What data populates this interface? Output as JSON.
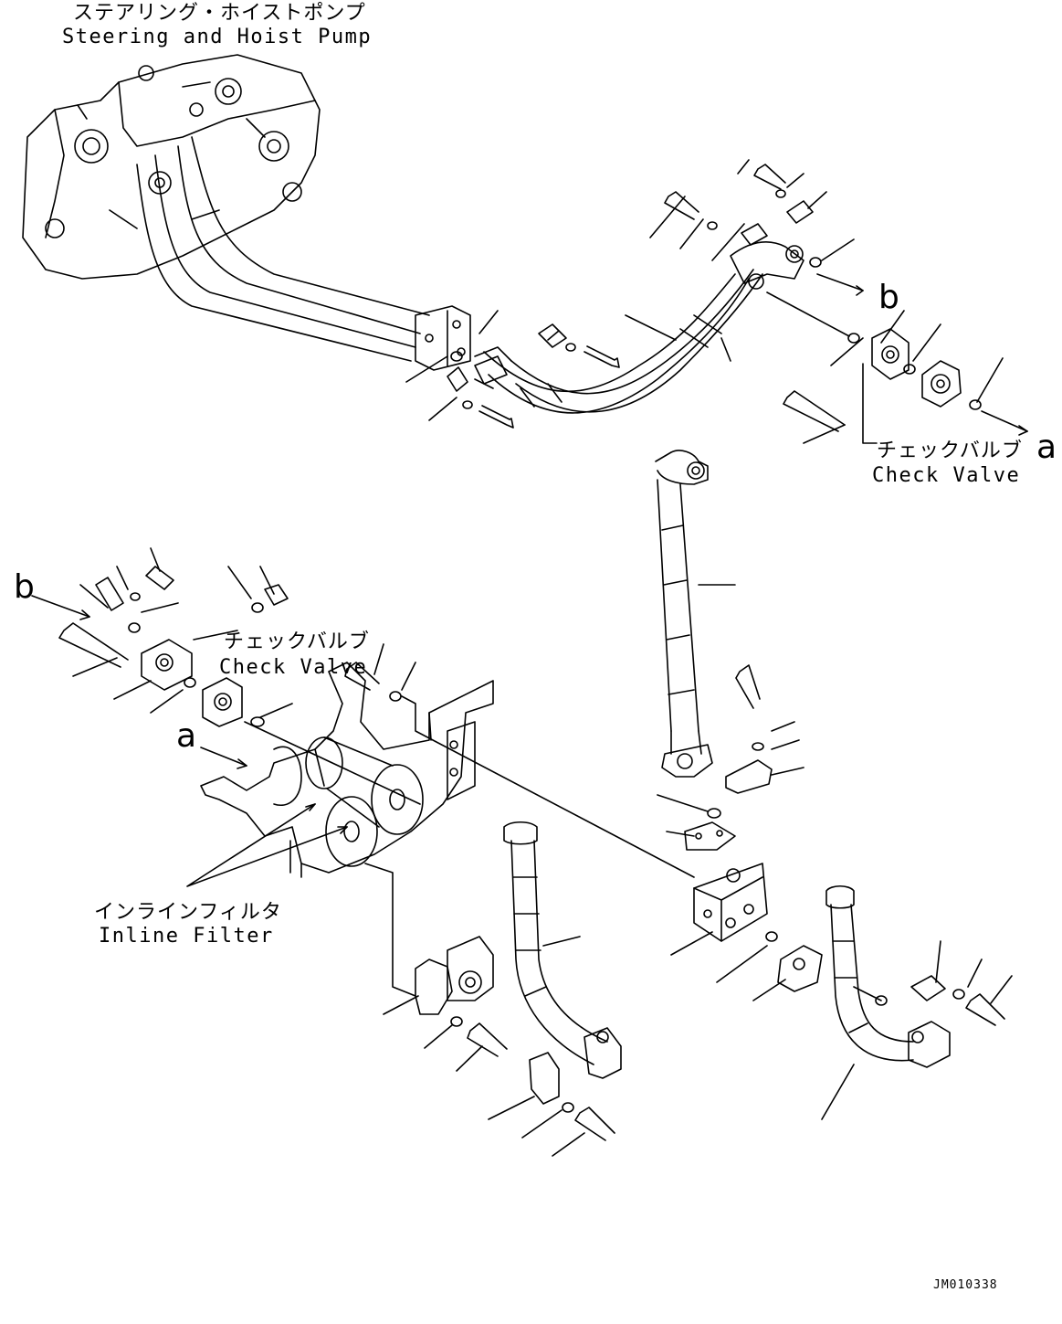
{
  "labels": {
    "pump_jp": "ステアリング・ホイストポンプ",
    "pump_en": "Steering and Hoist Pump",
    "check_valve_right_jp": "チェックバルブ",
    "check_valve_right_en": "Check Valve",
    "check_valve_left_jp": "チェックバルブ",
    "check_valve_left_en": "Check Valve",
    "inline_filter_jp": "インラインフィルタ",
    "inline_filter_en": "Inline Filter",
    "ref_a": "a",
    "ref_b": "b",
    "drawing_code": "JM010338"
  }
}
